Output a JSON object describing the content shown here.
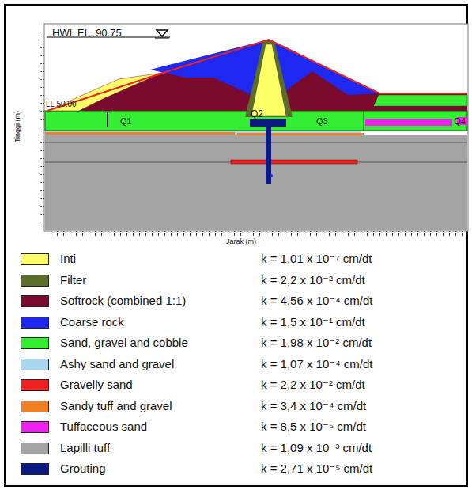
{
  "diagram": {
    "labels": [
      "HWL EL. 90.75",
      "LL 50.00",
      "Q1",
      "Q2",
      "Q3",
      "Q4",
      "Tinggi (m)",
      "Jarak (m)",
      "k = 1,01 x 10⁻⁷ cm/dt",
      "k = 2,2 x 10⁻² cm/dt",
      "k = 4,56 x 10⁻⁴ cm/dt",
      "k = 1,5 x 10⁻¹ cm/dt",
      "k = 1,98 x 10⁻² cm/dt",
      "k = 1,07 x 10⁻⁴ cm/dt",
      "k = 2,2 x 10⁻² cm/dt",
      "k = 3,4 x 10⁻⁴ cm/dt",
      "k = 8,5 x 10⁻⁵ cm/dt",
      "k = 1,09 x 10⁻³ cm/dt",
      "k = 2,71 x 10⁻⁵ cm/dt"
    ],
    "legend": [
      {
        "text": "Inti",
        "color": "#ffff66"
      },
      {
        "text": "Filter",
        "color": "#5a6e2a"
      },
      {
        "text": "Softrock (combined 1:1)",
        "color": "#7a0a2e"
      },
      {
        "text": "Coarse rock",
        "color": "#1e28f0"
      },
      {
        "text": "Sand, gravel and cobble",
        "color": "#33ee33"
      },
      {
        "text": "Ashy sand and gravel",
        "color": "#a8d8f0"
      },
      {
        "text": "Gravelly sand",
        "color": "#ee2020"
      },
      {
        "text": "Sandy tuff and gravel",
        "color": "#f08020"
      },
      {
        "text": "Tuffaceous sand",
        "color": "#ee22ee"
      },
      {
        "text": "Lapilli tuff",
        "color": "#a4a4a4"
      },
      {
        "text": "Grouting",
        "color": "#0a1a80"
      }
    ]
  }
}
